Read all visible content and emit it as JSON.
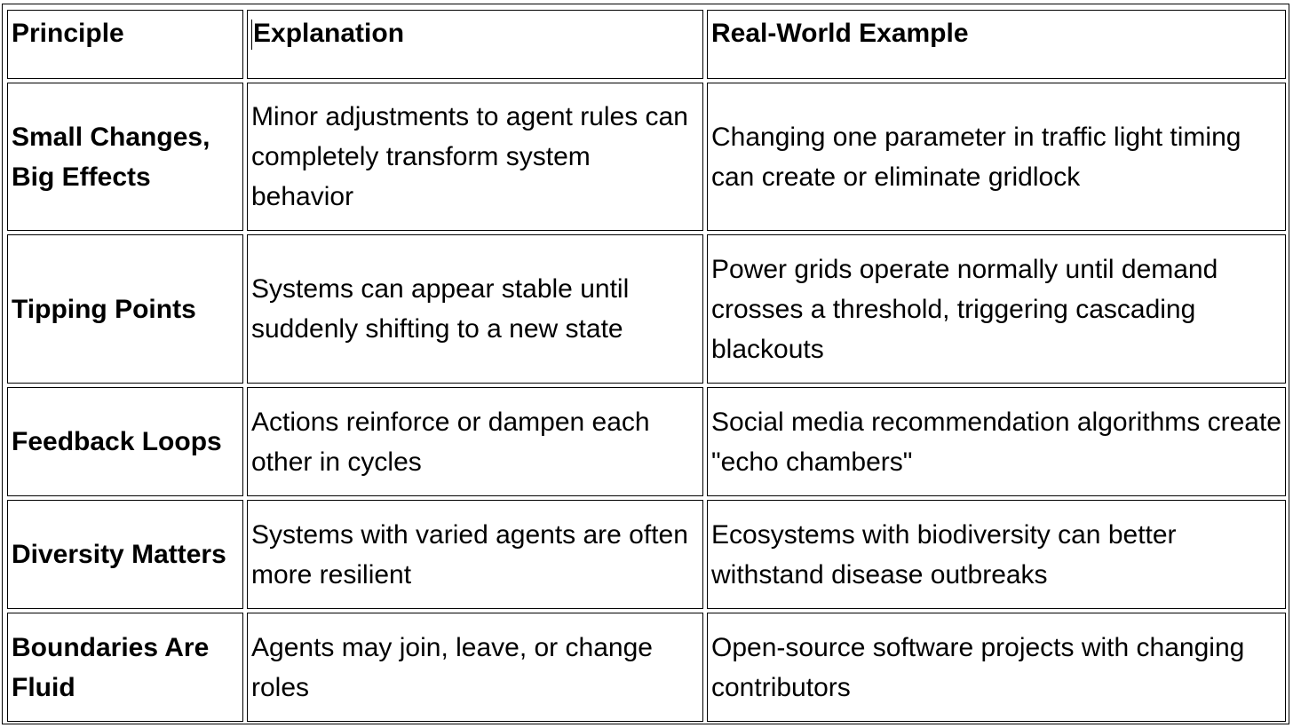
{
  "table": {
    "headers": {
      "principle": "Principle",
      "explanation": "Explanation",
      "example": "Real-World Example"
    },
    "rows": [
      {
        "principle": "Small Changes, Big Effects",
        "explanation": "Minor adjustments to agent rules can completely transform system behavior",
        "example": "Changing one parameter in traffic light timing can create or eliminate gridlock"
      },
      {
        "principle": "Tipping Points",
        "explanation": "Systems can appear stable until suddenly shifting to a new state",
        "example": "Power grids operate normally until demand crosses a threshold, triggering cascading blackouts"
      },
      {
        "principle": "Feedback Loops",
        "explanation": "Actions reinforce or dampen each other in cycles",
        "example": "Social media recommendation algorithms create \"echo chambers\""
      },
      {
        "principle": "Diversity Matters",
        "explanation": "Systems with varied agents are often more resilient",
        "example": "Ecosystems with biodiversity can better withstand disease outbreaks"
      },
      {
        "principle": "Boundaries Are Fluid",
        "explanation": "Agents may join, leave, or change roles",
        "example": "Open-source software projects with changing contributors"
      }
    ]
  }
}
